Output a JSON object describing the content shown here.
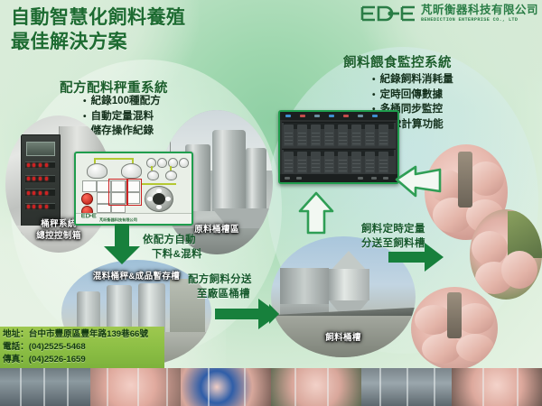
{
  "headline": {
    "line1": "自動智慧化飼料養殖",
    "line2": "最佳解決方案"
  },
  "logo": {
    "mark": "bde-logo-icon",
    "company_cn": "芃昕衡器科技有限公司",
    "company_en": "BENEDICTION ENTERPRISE CO., LTD"
  },
  "left_system": {
    "title": "配方配料秤重系統",
    "bullets": [
      "紀錄100種配方",
      "自動定量混料",
      "儲存操作紀錄"
    ]
  },
  "right_system": {
    "title": "飼料餵食監控系統",
    "bullets": [
      "紀錄飼料消耗量",
      "定時回傳數據",
      "多桶同步監控",
      "FCR計算功能"
    ]
  },
  "photos": {
    "control_box": "桶秤系統\n總控控制箱",
    "control_box_l1": "桶秤系統",
    "control_box_l2": "總控控制箱",
    "raw_material": "原料桶槽區",
    "mix_silo": "混料桶秤&成品暫存槽",
    "feed_bins": "飼料桶槽"
  },
  "flow": {
    "step1_l1": "依配方自動",
    "step1_l2": "下料&混料",
    "step2_l1": "配方飼料分送",
    "step2_l2": "至廠區桶槽",
    "step3_l1": "飼料定時定量",
    "step3_l2": "分送至飼料槽"
  },
  "hmi": {
    "brand": "芃昕衡器科技有限公司",
    "mark": "bde-logo-icon"
  },
  "footer": {
    "address": "地址：台中市豐原區豐年路139巷66號",
    "phone": "電話：(04)2525-5468",
    "fax": "傳真：(04)2526-1659"
  },
  "colors": {
    "title_green": "#1d6b31",
    "accent_green": "#1f9d4d",
    "arrow_green": "#17803c",
    "footer_green": "#8dbf45",
    "bg_green": "#b9dfbe"
  }
}
